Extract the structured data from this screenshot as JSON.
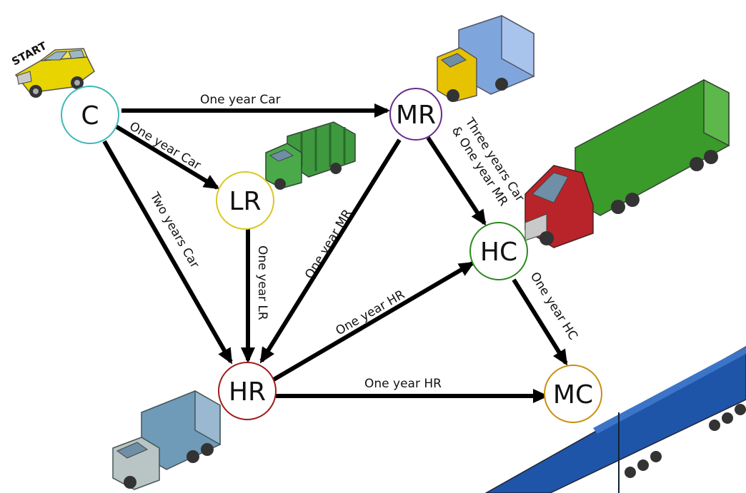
{
  "start_label": "START",
  "nodes": {
    "C": {
      "label": "C",
      "color": "#3fb8b8"
    },
    "MR": {
      "label": "MR",
      "color": "#6b2a8a"
    },
    "LR": {
      "label": "LR",
      "color": "#d8c820"
    },
    "HR": {
      "label": "HR",
      "color": "#a01a1a"
    },
    "HC": {
      "label": "HC",
      "color": "#2e8a20"
    },
    "MC": {
      "label": "MC",
      "color": "#c89010"
    }
  },
  "edges": {
    "c_mr": "One year Car",
    "c_lr": "One year Car",
    "c_hr": "Two years Car",
    "lr_hr": "One year LR",
    "mr_hr": "One year MR",
    "mr_hc_line1": "Three years Car",
    "mr_hc_line2": "& One year MR",
    "hr_hc": "One year HR",
    "hc_mc": "One year HC",
    "hr_mc": "One year HR"
  },
  "icons": {
    "car": "yellow-suv-icon",
    "mr_truck": "blue-box-truck-icon",
    "lr_truck": "green-stake-truck-icon",
    "hc_truck": "red-semi-truck-icon",
    "hr_truck": "grey-box-truck-icon",
    "mc_truck": "blue-road-train-icon"
  }
}
